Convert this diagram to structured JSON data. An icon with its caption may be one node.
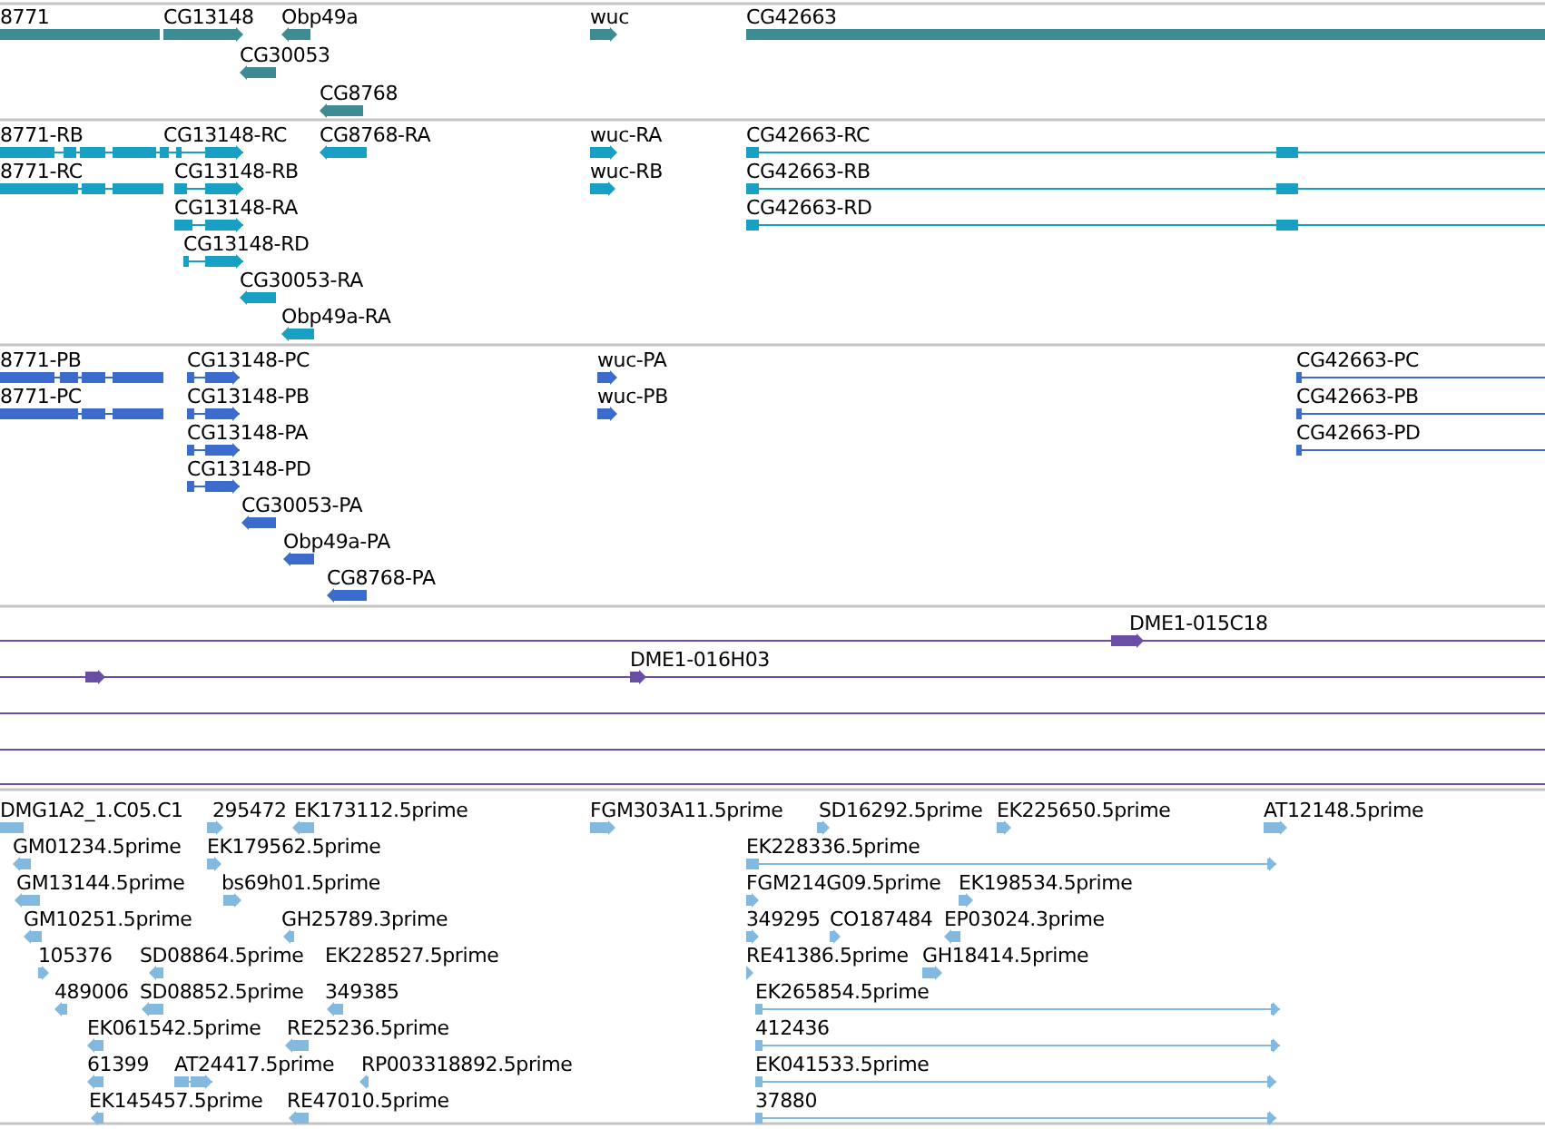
{
  "diagram": {
    "labels": [
      "8771",
      "CG13148",
      "Obp49a",
      "wuc",
      "CG42663",
      "CG30053",
      "CG8768",
      "8771-RB",
      "CG13148-RC",
      "CG8768-RA",
      "wuc-RA",
      "CG42663-RC",
      "8771-RC",
      "CG13148-RB",
      "wuc-RB",
      "CG42663-RB",
      "CG13148-RA",
      "CG42663-RD",
      "CG13148-RD",
      "CG30053-RA",
      "Obp49a-RA",
      "8771-PB",
      "CG13148-PC",
      "wuc-PA",
      "CG42663-PC",
      "8771-PC",
      "CG13148-PB",
      "wuc-PB",
      "CG42663-PB",
      "CG13148-PA",
      "CG42663-PD",
      "CG13148-PD",
      "CG30053-PA",
      "Obp49a-PA",
      "CG8768-PA",
      "DME1-015C18",
      "DME1-016H03",
      "DMG1A2_1.C05.C1",
      "295472",
      "EK173112.5prime",
      "FGM303A11.5prime",
      "SD16292.5prime",
      "EK225650.5prime",
      "AT12148.5prime",
      "GM01234.5prime",
      "EK179562.5prime",
      "EK228336.5prime",
      "GM13144.5prime",
      "bs69h01.5prime",
      "FGM214G09.5prime",
      "EK198534.5prime",
      "GM10251.5prime",
      "GH25789.3prime",
      "349295",
      "CO187484",
      "EP03024.3prime",
      "105376",
      "SD08864.5prime",
      "EK228527.5prime",
      "RE41386.5prime",
      "GH18414.5prime",
      "489006",
      "SD08852.5prime",
      "349385",
      "EK265854.5prime",
      "EK061542.5prime",
      "RE25236.5prime",
      "412436",
      "61399",
      "AT24417.5prime",
      "RP003318892.5prime",
      "EK041533.5prime",
      "EK145457.5prime",
      "RE47010.5prime",
      "37880"
    ]
  }
}
